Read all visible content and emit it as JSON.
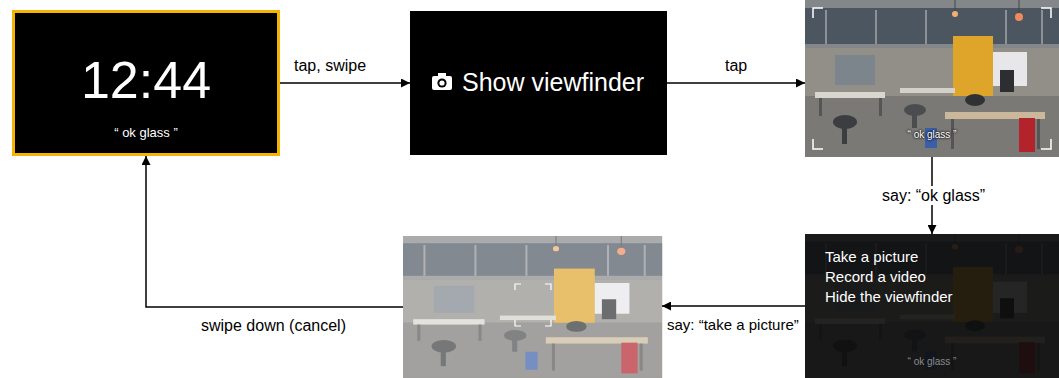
{
  "diagram": {
    "nodes": [
      {
        "text": [
          "12:44",
          "“ ok glass ”"
        ]
      },
      {
        "text": [
          "Show viewfinder"
        ]
      },
      {
        "text": [
          "“ ok glass ”"
        ]
      },
      {
        "text": [
          "Take a picture",
          "Record a video",
          "Hide the viewfinder",
          "“ ok glass ”"
        ]
      },
      {
        "text": []
      }
    ],
    "edges": [
      {
        "from": 0,
        "to": 1,
        "arrow": "to",
        "label": "tap, swipe"
      },
      {
        "from": 1,
        "to": 2,
        "arrow": "to",
        "label": "tap"
      },
      {
        "from": 2,
        "to": 3,
        "arrow": "to",
        "label": "say: “ok glass”"
      },
      {
        "from": 3,
        "to": 4,
        "arrow": "to",
        "label": "say: “take a picture”"
      },
      {
        "from": 4,
        "to": 0,
        "arrow": "to",
        "label": "swipe down (cancel)"
      }
    ]
  }
}
